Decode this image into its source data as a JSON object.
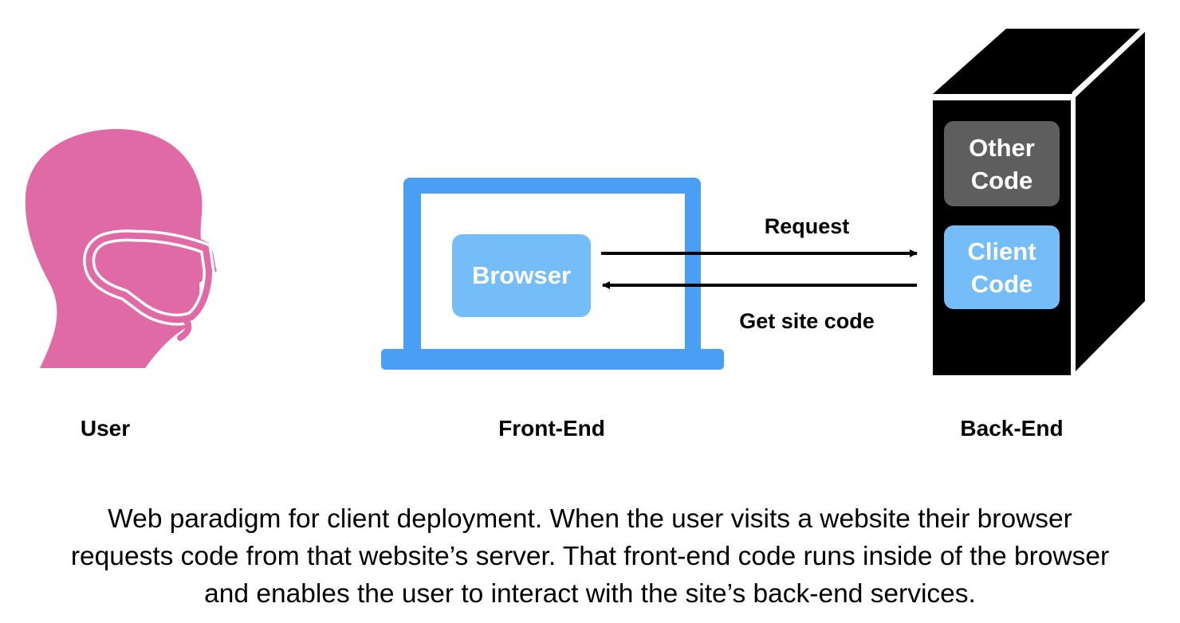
{
  "nodes": {
    "user": {
      "label": "User",
      "icon": "masked-person-icon",
      "color": "#df6aa6"
    },
    "frontend": {
      "label": "Front-End",
      "icon": "laptop-icon",
      "color": "#4a9ff5"
    },
    "backend": {
      "label": "Back-End",
      "icon": "server-tower-icon",
      "color": "#000000"
    }
  },
  "browser_box": {
    "label": "Browser",
    "color": "#74bdf8"
  },
  "server_blocks": {
    "other": {
      "line1": "Other",
      "line2": "Code",
      "color": "#5e5e5e"
    },
    "client": {
      "line1": "Client",
      "line2": "Code",
      "color": "#74bdf8"
    }
  },
  "edges": {
    "request": {
      "label": "Request",
      "from": "frontend",
      "to": "backend"
    },
    "response": {
      "label": "Get site code",
      "from": "backend",
      "to": "frontend"
    }
  },
  "caption": {
    "line1": "Web paradigm for client deployment. When the user visits a website their browser",
    "line2": "requests code from that website’s server. That front-end code runs inside of the browser",
    "line3": "and enables the user to interact with the site’s back-end services."
  }
}
